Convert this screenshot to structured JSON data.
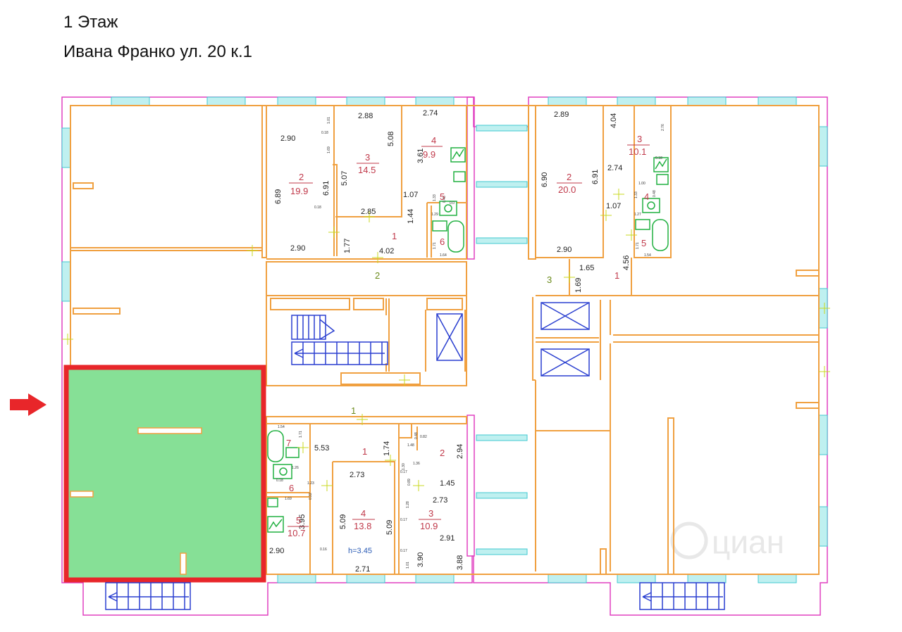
{
  "header": {
    "floor": "1 Этаж",
    "address": "Ивана Франко ул. 20 к.1"
  },
  "colors": {
    "wall": "#f0a040",
    "outline": "#e040c0",
    "window": "#40d0d0",
    "highlight_fill": "#86e096",
    "highlight_border": "#e8262a",
    "stairs": "#2a3fd0",
    "room_number": "#c0394a",
    "corridor_number": "#6a8a1a"
  },
  "watermark": "циан",
  "left_top": {
    "rooms": [
      {
        "num": "2",
        "area": "19.9"
      },
      {
        "num": "3",
        "area": "14.5"
      },
      {
        "num": "4",
        "area": "9.9"
      },
      {
        "num": "5",
        "area": ""
      },
      {
        "num": "6",
        "area": ""
      },
      {
        "num": "1",
        "area": ""
      }
    ],
    "corridor": "2",
    "dims": {
      "d290a": "2.90",
      "d290b": "2.90",
      "d288": "2.88",
      "d274": "2.74",
      "d508": "5.08",
      "d507": "5.07",
      "d689": "6.89",
      "d691": "6.91",
      "d361": "3.61",
      "d107": "1.07",
      "d285": "2.85",
      "d144": "1.44",
      "d177": "1.77",
      "d402": "4.02",
      "s018a": "0.18",
      "s018b": "0.18",
      "s169": "1.69",
      "s101": "1.01",
      "s133": "1.33",
      "s048": "0.48",
      "s129": "1.29",
      "s171": "1.71",
      "s164": "1.64",
      "s001": "0.0"
    }
  },
  "right_top": {
    "rooms": [
      {
        "num": "2",
        "area": "20.0"
      },
      {
        "num": "3",
        "area": "10.1"
      },
      {
        "num": "4",
        "area": ""
      },
      {
        "num": "5",
        "area": ""
      },
      {
        "num": "1",
        "area": ""
      }
    ],
    "corridor": "3",
    "dims": {
      "d289": "2.89",
      "d404": "4.04",
      "d690": "6.90",
      "d691": "6.91",
      "d274": "2.74",
      "d107": "1.07",
      "d290": "2.90",
      "d165": "1.65",
      "d169": "1.69",
      "d456": "4.56",
      "s276": "2.76",
      "s018": "0.18",
      "s100": "1.00",
      "s133": "1.33",
      "s048": "0.48",
      "s127": "1.27",
      "s171": "1.71",
      "s154": "1.54"
    }
  },
  "left_bottom": {
    "rooms": [
      {
        "num": "7",
        "area": ""
      },
      {
        "num": "6",
        "area": ""
      },
      {
        "num": "5",
        "area": "10.7"
      },
      {
        "num": "4",
        "area": "13.8"
      },
      {
        "num": "3",
        "area": "10.9"
      },
      {
        "num": "2",
        "area": ""
      },
      {
        "num": "1",
        "area": ""
      }
    ],
    "corridor": "1",
    "height_note": "h=3.45",
    "dims": {
      "d553": "5.53",
      "d174": "1.74",
      "d294": "2.94",
      "d273a": "2.73",
      "d145": "1.45",
      "d273b": "2.73",
      "d395": "3.95",
      "d509a": "5.09",
      "d509b": "5.09",
      "d291": "2.91",
      "d290": "2.90",
      "d271": "2.71",
      "d390": "3.90",
      "d388": "3.88",
      "s154": "1.54",
      "s171": "1.71",
      "s126": "1.26",
      "s018": "0.18",
      "s123": "1.23",
      "s169": "1.69",
      "s022": "0.22",
      "s016": "0.16",
      "s048": "0.48",
      "s082": "0.82",
      "s148": "1.48",
      "s136": "1.36",
      "s017a": "0.17",
      "s017b": "0.17",
      "s017c": "0.17",
      "s130": "1.30",
      "s089": "0.89",
      "s128": "1.28",
      "s101": "1.01"
    }
  }
}
